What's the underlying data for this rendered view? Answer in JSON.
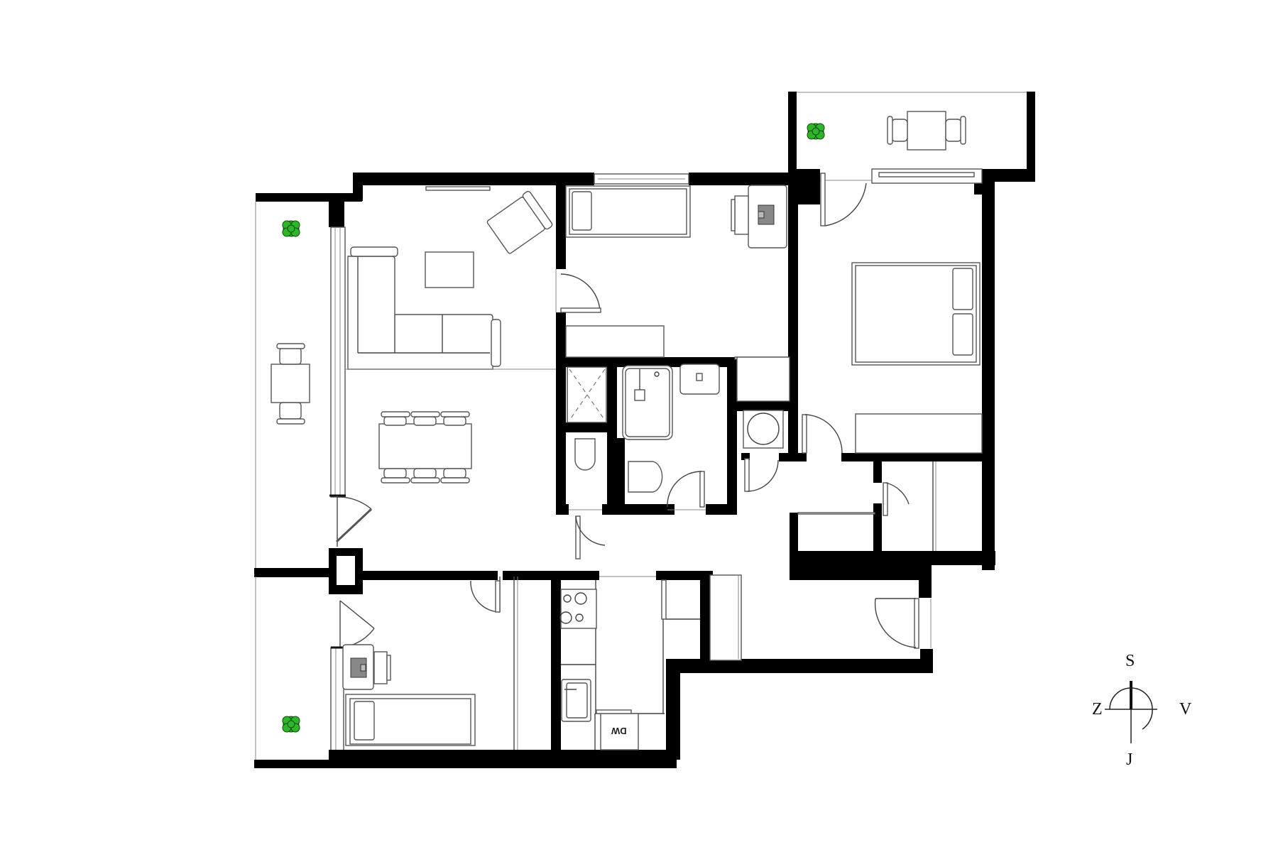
{
  "plan": {
    "type": "apartment floor plan",
    "rooms": [
      {
        "id": "living-dining",
        "label": ""
      },
      {
        "id": "bedroom-1",
        "label": ""
      },
      {
        "id": "bedroom-2",
        "label": ""
      },
      {
        "id": "master-bedroom",
        "label": ""
      },
      {
        "id": "kitchen",
        "label": ""
      },
      {
        "id": "bathroom",
        "label": ""
      },
      {
        "id": "wc",
        "label": ""
      },
      {
        "id": "shower",
        "label": ""
      },
      {
        "id": "laundry",
        "label": ""
      },
      {
        "id": "hallway",
        "label": ""
      },
      {
        "id": "balcony-west-top",
        "label": ""
      },
      {
        "id": "balcony-west-bottom",
        "label": ""
      },
      {
        "id": "balcony-north",
        "label": ""
      }
    ],
    "appliance_labels": {
      "dishwasher": "DW"
    },
    "colors": {
      "wall": "#000000",
      "plant": "#2fb52a",
      "background": "#ffffff"
    }
  },
  "compass": {
    "north": "S",
    "south": "J",
    "west": "Z",
    "east": "V"
  }
}
